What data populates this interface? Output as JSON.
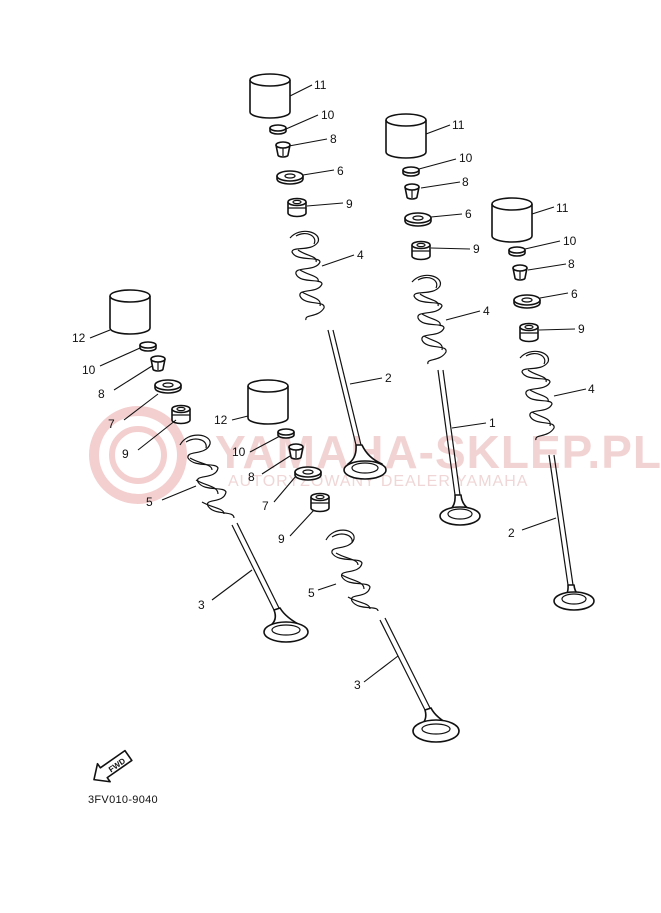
{
  "diagram_code": "3FV010-9040",
  "fwd_label": "FWD",
  "watermark": {
    "brand": "YAMAHA-SKLEP.PL",
    "tagline": "AUTORYZOWANY DEALER YAMAHA"
  },
  "callouts": {
    "a": {
      "tappet": "11",
      "shim": "10",
      "keeper": "8",
      "retainer": "6",
      "seal": "9",
      "spring": "4",
      "valve": "2"
    },
    "b": {
      "tappet": "11",
      "shim": "10",
      "keeper": "8",
      "retainer": "6",
      "seal": "9",
      "spring": "4",
      "valve": "1"
    },
    "c": {
      "tappet": "11",
      "shim": "10",
      "keeper": "8",
      "retainer": "6",
      "seal": "9",
      "spring": "4",
      "valve": "2"
    },
    "d": {
      "tappet": "12",
      "shim": "10",
      "keeper": "8",
      "retainer": "7",
      "seal": "9",
      "spring": "5",
      "valve": "3"
    },
    "e": {
      "tappet": "12",
      "shim": "10",
      "keeper": "8",
      "retainer": "7",
      "seal": "9",
      "spring": "5",
      "valve": "3"
    }
  }
}
